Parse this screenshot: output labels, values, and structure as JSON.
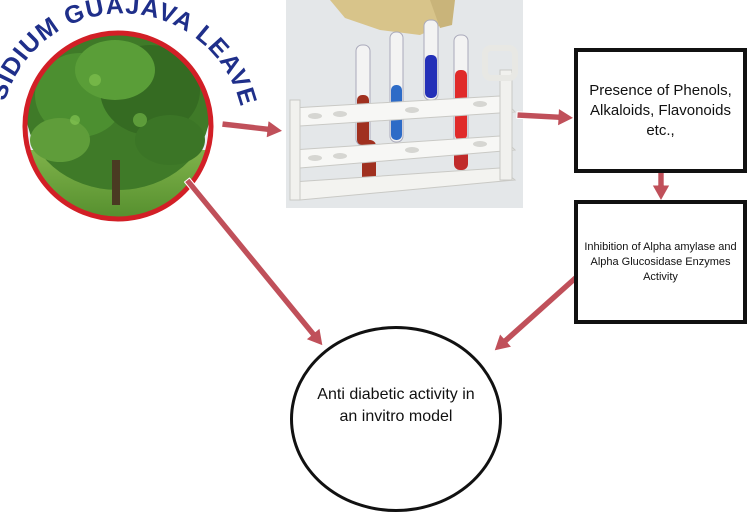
{
  "plant_label": "PSIDIUM GUAJAVA LEAVES",
  "boxes": {
    "phenols": "Presence of Phenols, Alkaloids, Flavonoids etc.,",
    "inhibition": "Inhibition of Alpha amylase and Alpha Glucosidase Enzymes Activity"
  },
  "result": "Anti diabetic activity in an invitro model",
  "colors": {
    "arrow": "#c0505a",
    "circle_border": "#d21f26",
    "label_text": "#1f2f8a",
    "box_border": "#111111"
  },
  "icons": [
    "guava-tree-photo",
    "test-tube-rack-photo"
  ]
}
